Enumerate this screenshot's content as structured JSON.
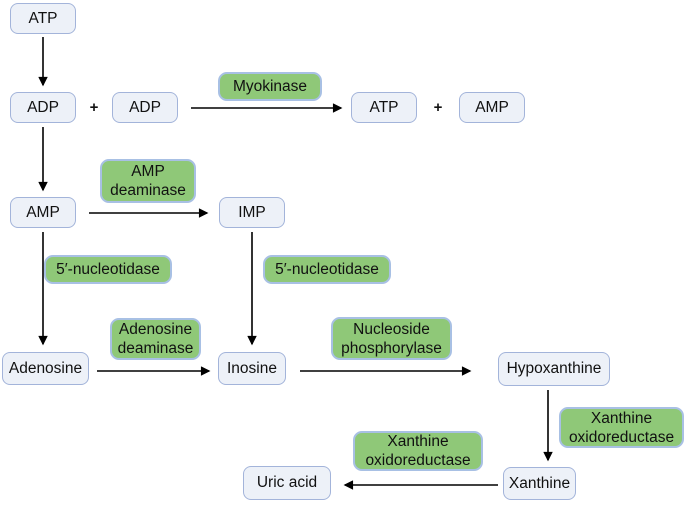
{
  "colors": {
    "background": "#ffffff",
    "compound_fill": "#edf1f8",
    "compound_border": "#a3b4da",
    "enzyme_fill": "#8fc878",
    "enzyme_border": "#a8c0e4",
    "arrow": "#000000",
    "text": "#111111"
  },
  "nodes": {
    "atp_top": {
      "label": "ATP"
    },
    "adp_1": {
      "label": "ADP"
    },
    "adp_2": {
      "label": "ADP"
    },
    "atp_product": {
      "label": "ATP"
    },
    "amp_product": {
      "label": "AMP"
    },
    "amp": {
      "label": "AMP"
    },
    "imp": {
      "label": "IMP"
    },
    "adenosine": {
      "label": "Adenosine"
    },
    "inosine": {
      "label": "Inosine"
    },
    "hypoxanthine": {
      "label": "Hypoxanthine"
    },
    "xanthine": {
      "label": "Xanthine"
    },
    "uric_acid": {
      "label": "Uric acid"
    }
  },
  "operators": {
    "plus_1": "+",
    "plus_2": "+"
  },
  "enzymes": {
    "myokinase": {
      "line1": "Myokinase"
    },
    "amp_deaminase": {
      "line1": "AMP",
      "line2": "deaminase"
    },
    "nucleotidase_left": {
      "line1": "5′-nucleotidase"
    },
    "nucleotidase_right": {
      "line1": "5′-nucleotidase"
    },
    "adenosine_deaminase": {
      "line1": "Adenosine",
      "line2": "deaminase"
    },
    "nucleoside_phosphorylase": {
      "line1": "Nucleoside",
      "line2": "phosphorylase"
    },
    "xanthine_oxidoreductase_upper": {
      "line1": "Xanthine",
      "line2": "oxidoreductase"
    },
    "xanthine_oxidoreductase_lower": {
      "line1": "Xanthine",
      "line2": "oxidoreductase"
    }
  },
  "edges": [
    {
      "from": "ATP",
      "to": "ADP",
      "enzyme": ""
    },
    {
      "from": "ADP + ADP",
      "to": "ATP + AMP",
      "enzyme": "Myokinase"
    },
    {
      "from": "ADP",
      "to": "AMP",
      "enzyme": ""
    },
    {
      "from": "AMP",
      "to": "IMP",
      "enzyme": "AMP deaminase"
    },
    {
      "from": "AMP",
      "to": "Adenosine",
      "enzyme": "5′-nucleotidase"
    },
    {
      "from": "IMP",
      "to": "Inosine",
      "enzyme": "5′-nucleotidase"
    },
    {
      "from": "Adenosine",
      "to": "Inosine",
      "enzyme": "Adenosine deaminase"
    },
    {
      "from": "Inosine",
      "to": "Hypoxanthine",
      "enzyme": "Nucleoside phosphorylase"
    },
    {
      "from": "Hypoxanthine",
      "to": "Xanthine",
      "enzyme": "Xanthine oxidoreductase"
    },
    {
      "from": "Xanthine",
      "to": "Uric acid",
      "enzyme": "Xanthine oxidoreductase"
    }
  ]
}
